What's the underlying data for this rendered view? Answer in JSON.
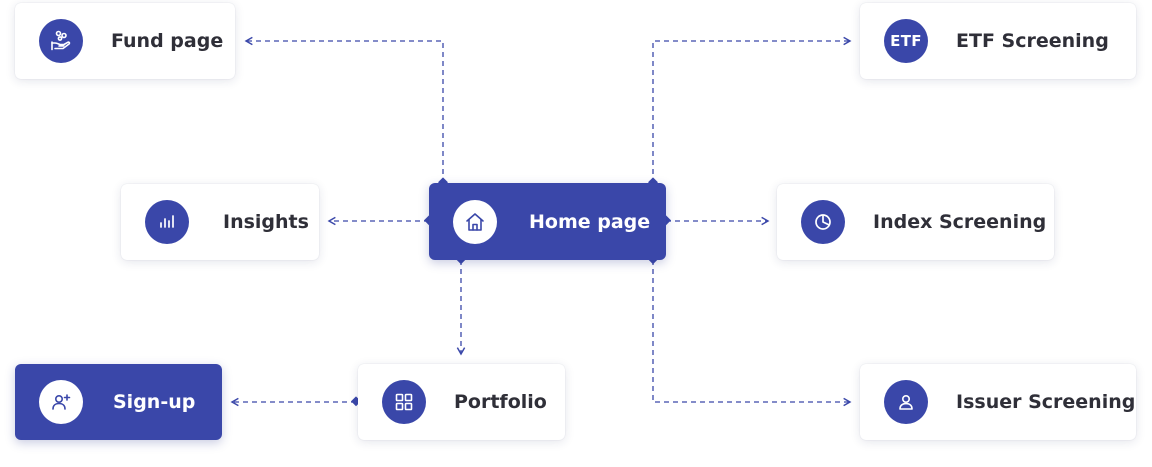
{
  "colors": {
    "primary": "#3a47a9",
    "text": "#2f2f38",
    "connector": "#3a47a9",
    "background": "#ffffff"
  },
  "nodes": {
    "fund_page": {
      "label": "Fund page",
      "icon": "hand-coins-icon"
    },
    "etf_screening": {
      "label": "ETF Screening",
      "icon": "etf-icon",
      "icon_text": "ETF"
    },
    "insights": {
      "label": "Insights",
      "icon": "bar-chart-icon"
    },
    "home_page": {
      "label": "Home page",
      "icon": "home-icon"
    },
    "index_screening": {
      "label": "Index Screening",
      "icon": "pie-chart-icon"
    },
    "sign_up": {
      "label": "Sign-up",
      "icon": "add-user-icon"
    },
    "portfolio": {
      "label": "Portfolio",
      "icon": "grid-icon"
    },
    "issuer_screening": {
      "label": "Issuer Screening",
      "icon": "user-icon"
    }
  }
}
